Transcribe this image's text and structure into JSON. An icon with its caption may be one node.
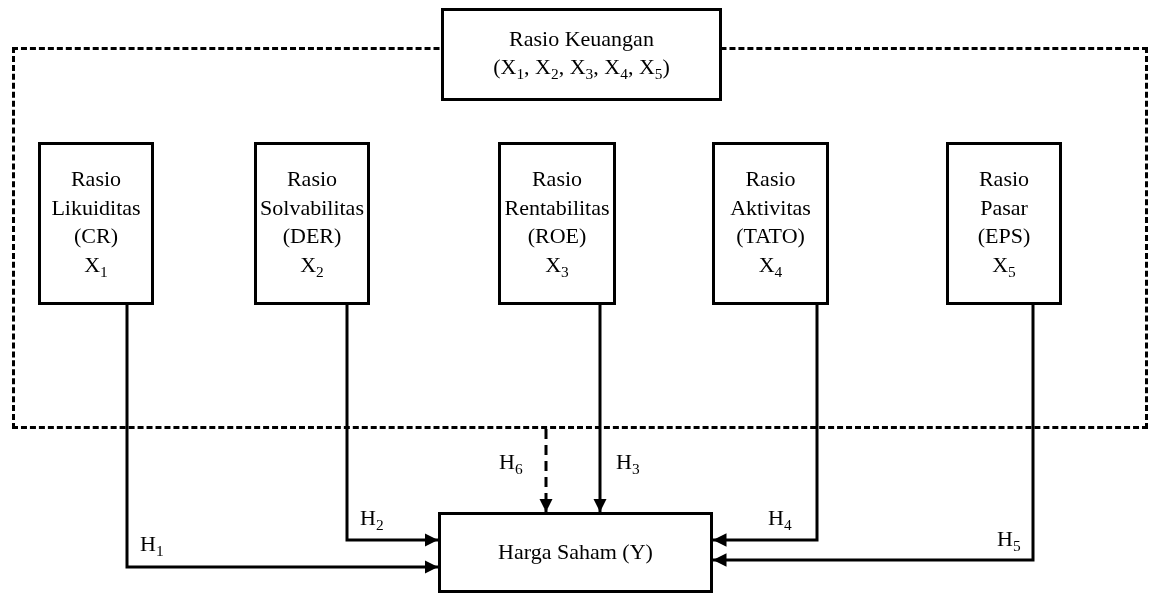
{
  "diagram": {
    "nodes": [
      {
        "text": [],
        "shape": "box"
      },
      {
        "text": [
          "Rasio Keuangan",
          "(X$_{1}$, X$_{2}$, X$_{3}$, X$_{4}$, X$_{5}$)"
        ]
      },
      {
        "text": [
          "Rasio Likuiditas (CR)",
          "X$_{1}$"
        ],
        "in": 0
      },
      {
        "text": [
          "Rasio Solvabilitas (DER)",
          "X$_{2}$"
        ],
        "in": 0
      },
      {
        "text": [
          "Rasio Rentabilitas (ROE)",
          "X$_{3}$"
        ],
        "in": 0
      },
      {
        "text": [
          "Rasio Aktivitas (TATO)",
          "X$_{4}$"
        ],
        "in": 0
      },
      {
        "text": [
          "Rasio Pasar (EPS)",
          "X$_{5}$"
        ],
        "in": 0
      },
      {
        "text": [
          "Harga Saham (Y)"
        ]
      }
    ],
    "edges": [
      {
        "from": 2,
        "to": 7,
        "arrow": "to",
        "label": "H$_{1}$"
      },
      {
        "from": 3,
        "to": 7,
        "arrow": "to",
        "label": "H$_{2}$"
      },
      {
        "from": 0,
        "to": 7,
        "arrow": "to",
        "label": "H$_{6}$",
        "style": "dashed"
      },
      {
        "from": 4,
        "to": 7,
        "arrow": "to",
        "label": "H$_{3}$"
      },
      {
        "from": 5,
        "to": 7,
        "arrow": "to",
        "label": "H$_{4}$"
      },
      {
        "from": 6,
        "to": 7,
        "arrow": "to",
        "label": "H$_{5}$"
      }
    ]
  }
}
